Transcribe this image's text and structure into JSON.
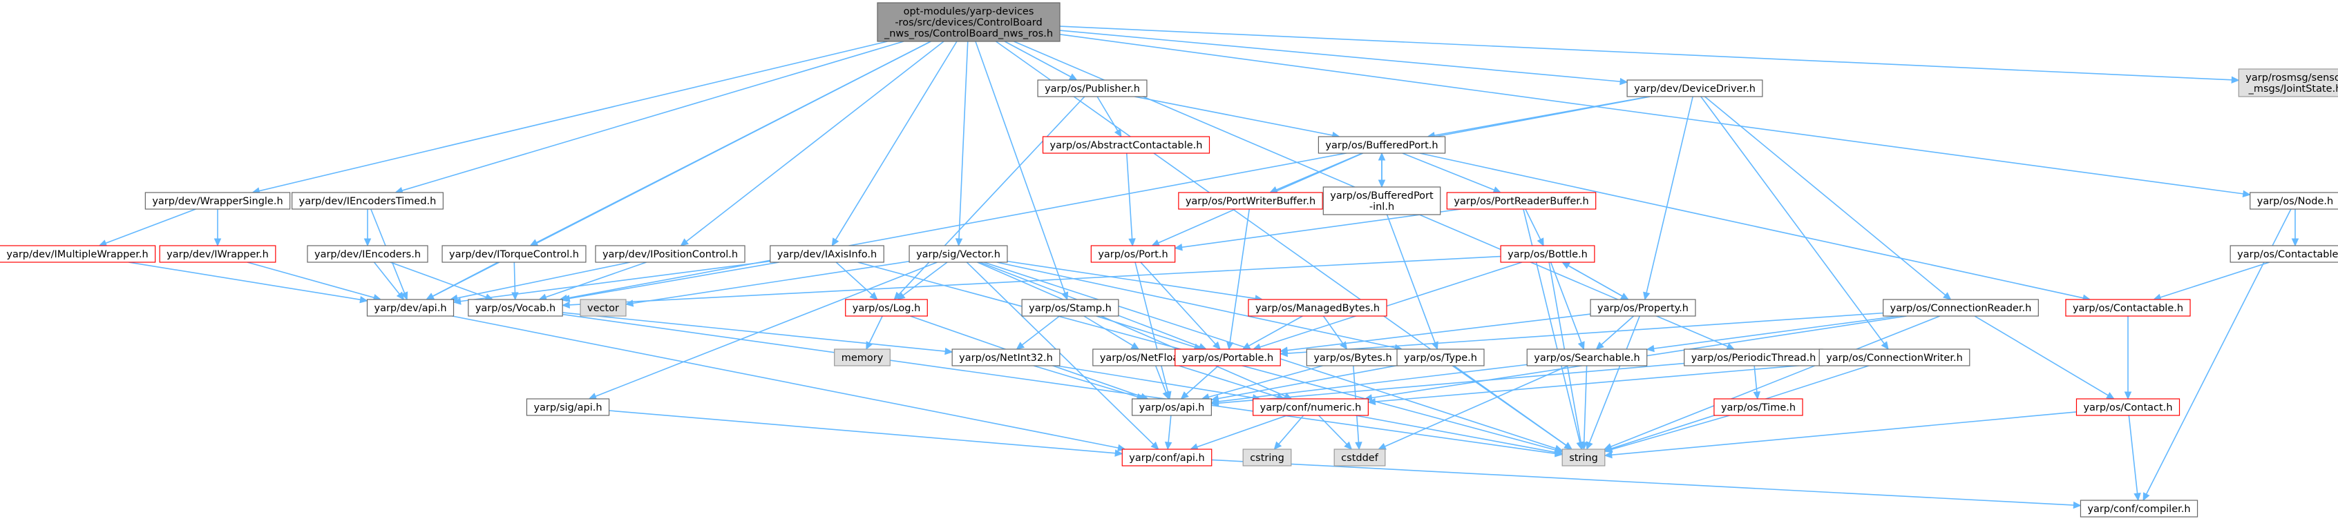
{
  "graph": {
    "colors": {
      "edge": "#63b8ff",
      "root_fill": "#999999",
      "normal_fill": "#ffffff",
      "normal_border": "#666666",
      "highlight_border": "#ff0000",
      "external_fill": "#e0e0e0",
      "external_border": "#999999"
    },
    "nodes": [
      {
        "id": "root",
        "lines": [
          "opt-modules/yarp-devices",
          "-ros/src/devices/ControlBoard",
          "_nws_ros/ControlBoard_nws_ros.h"
        ],
        "kind": "root"
      },
      {
        "id": "publisher",
        "lines": [
          "yarp/os/Publisher.h"
        ],
        "kind": "normal"
      },
      {
        "id": "devicedriver",
        "lines": [
          "yarp/dev/DeviceDriver.h"
        ],
        "kind": "normal"
      },
      {
        "id": "jointstate",
        "lines": [
          "yarp/rosmsg/sensor",
          "_msgs/JointState.h"
        ],
        "kind": "external"
      },
      {
        "id": "abstractcontactable",
        "lines": [
          "yarp/os/AbstractContactable.h"
        ],
        "kind": "highlight"
      },
      {
        "id": "bufferedport",
        "lines": [
          "yarp/os/BufferedPort.h"
        ],
        "kind": "normal"
      },
      {
        "id": "wrappersingle",
        "lines": [
          "yarp/dev/WrapperSingle.h"
        ],
        "kind": "normal"
      },
      {
        "id": "iencoderstimed",
        "lines": [
          "yarp/dev/IEncodersTimed.h"
        ],
        "kind": "normal"
      },
      {
        "id": "portwriterbuffer",
        "lines": [
          "yarp/os/PortWriterBuffer.h"
        ],
        "kind": "highlight"
      },
      {
        "id": "bufferedportinl",
        "lines": [
          "yarp/os/BufferedPort",
          "-inl.h"
        ],
        "kind": "normal"
      },
      {
        "id": "portreaderbuffer",
        "lines": [
          "yarp/os/PortReaderBuffer.h"
        ],
        "kind": "highlight"
      },
      {
        "id": "node",
        "lines": [
          "yarp/os/Node.h"
        ],
        "kind": "normal"
      },
      {
        "id": "imultiplewrapper",
        "lines": [
          "yarp/dev/IMultipleWrapper.h"
        ],
        "kind": "highlight"
      },
      {
        "id": "iwrapper",
        "lines": [
          "yarp/dev/IWrapper.h"
        ],
        "kind": "highlight"
      },
      {
        "id": "iencoders",
        "lines": [
          "yarp/dev/IEncoders.h"
        ],
        "kind": "normal"
      },
      {
        "id": "itorquecontrol",
        "lines": [
          "yarp/dev/ITorqueControl.h"
        ],
        "kind": "normal"
      },
      {
        "id": "ipositioncontrol",
        "lines": [
          "yarp/dev/IPositionControl.h"
        ],
        "kind": "normal"
      },
      {
        "id": "iaxisinfo",
        "lines": [
          "yarp/dev/IAxisInfo.h"
        ],
        "kind": "normal"
      },
      {
        "id": "vector",
        "lines": [
          "yarp/sig/Vector.h"
        ],
        "kind": "normal"
      },
      {
        "id": "port",
        "lines": [
          "yarp/os/Port.h"
        ],
        "kind": "highlight"
      },
      {
        "id": "bottle",
        "lines": [
          "yarp/os/Bottle.h"
        ],
        "kind": "highlight"
      },
      {
        "id": "contactables",
        "lines": [
          "yarp/os/Contactables.h"
        ],
        "kind": "normal"
      },
      {
        "id": "devapi",
        "lines": [
          "yarp/dev/api.h"
        ],
        "kind": "normal"
      },
      {
        "id": "vocab",
        "lines": [
          "yarp/os/Vocab.h"
        ],
        "kind": "normal"
      },
      {
        "id": "stdvector",
        "lines": [
          "vector"
        ],
        "kind": "external"
      },
      {
        "id": "log",
        "lines": [
          "yarp/os/Log.h"
        ],
        "kind": "highlight"
      },
      {
        "id": "stamp",
        "lines": [
          "yarp/os/Stamp.h"
        ],
        "kind": "normal"
      },
      {
        "id": "managedbytes",
        "lines": [
          "yarp/os/ManagedBytes.h"
        ],
        "kind": "highlight"
      },
      {
        "id": "property",
        "lines": [
          "yarp/os/Property.h"
        ],
        "kind": "normal"
      },
      {
        "id": "connectionreader",
        "lines": [
          "yarp/os/ConnectionReader.h"
        ],
        "kind": "normal"
      },
      {
        "id": "contactable",
        "lines": [
          "yarp/os/Contactable.h"
        ],
        "kind": "highlight"
      },
      {
        "id": "memory",
        "lines": [
          "memory"
        ],
        "kind": "external"
      },
      {
        "id": "netint32",
        "lines": [
          "yarp/os/NetInt32.h"
        ],
        "kind": "normal"
      },
      {
        "id": "netfloat64",
        "lines": [
          "yarp/os/NetFloat64.h"
        ],
        "kind": "normal"
      },
      {
        "id": "portable",
        "lines": [
          "yarp/os/Portable.h"
        ],
        "kind": "highlight"
      },
      {
        "id": "bytes",
        "lines": [
          "yarp/os/Bytes.h"
        ],
        "kind": "normal"
      },
      {
        "id": "type",
        "lines": [
          "yarp/os/Type.h"
        ],
        "kind": "normal"
      },
      {
        "id": "searchable",
        "lines": [
          "yarp/os/Searchable.h"
        ],
        "kind": "normal"
      },
      {
        "id": "periodicthread",
        "lines": [
          "yarp/os/PeriodicThread.h"
        ],
        "kind": "normal"
      },
      {
        "id": "connectionwriter",
        "lines": [
          "yarp/os/ConnectionWriter.h"
        ],
        "kind": "normal"
      },
      {
        "id": "sigapi",
        "lines": [
          "yarp/sig/api.h"
        ],
        "kind": "normal"
      },
      {
        "id": "osapi",
        "lines": [
          "yarp/os/api.h"
        ],
        "kind": "normal"
      },
      {
        "id": "numeric",
        "lines": [
          "yarp/conf/numeric.h"
        ],
        "kind": "highlight"
      },
      {
        "id": "time",
        "lines": [
          "yarp/os/Time.h"
        ],
        "kind": "highlight"
      },
      {
        "id": "contact",
        "lines": [
          "yarp/os/Contact.h"
        ],
        "kind": "highlight"
      },
      {
        "id": "cstring",
        "lines": [
          "cstring"
        ],
        "kind": "external"
      },
      {
        "id": "cstddef",
        "lines": [
          "cstddef"
        ],
        "kind": "external"
      },
      {
        "id": "string",
        "lines": [
          "string"
        ],
        "kind": "external"
      },
      {
        "id": "confapi",
        "lines": [
          "yarp/conf/api.h"
        ],
        "kind": "highlight"
      },
      {
        "id": "compiler",
        "lines": [
          "yarp/conf/compiler.h"
        ],
        "kind": "normal"
      }
    ],
    "edges": [
      [
        "root",
        "publisher"
      ],
      [
        "root",
        "devicedriver"
      ],
      [
        "root",
        "jointstate"
      ],
      [
        "root",
        "node"
      ],
      [
        "root",
        "wrappersingle"
      ],
      [
        "root",
        "iencoderstimed"
      ],
      [
        "root",
        "itorquecontrol"
      ],
      [
        "root",
        "ipositioncontrol"
      ],
      [
        "root",
        "iaxisinfo"
      ],
      [
        "root",
        "vector"
      ],
      [
        "root",
        "stamp"
      ],
      [
        "root",
        "devapi"
      ],
      [
        "root",
        "periodicthread"
      ],
      [
        "root",
        "string"
      ],
      [
        "publisher",
        "abstractcontactable"
      ],
      [
        "publisher",
        "bufferedport"
      ],
      [
        "publisher",
        "log"
      ],
      [
        "abstractcontactable",
        "port"
      ],
      [
        "devicedriver",
        "bufferedport"
      ],
      [
        "devicedriver",
        "connectionreader"
      ],
      [
        "devicedriver",
        "property"
      ],
      [
        "devicedriver",
        "vocab"
      ],
      [
        "devicedriver",
        "connectionwriter"
      ],
      [
        "bufferedport",
        "portwriterbuffer"
      ],
      [
        "bufferedport",
        "bufferedportinl"
      ],
      [
        "bufferedport",
        "portreaderbuffer"
      ],
      [
        "bufferedport",
        "port"
      ],
      [
        "bufferedport",
        "contactable"
      ],
      [
        "bufferedportinl",
        "bufferedport"
      ],
      [
        "bufferedportinl",
        "type"
      ],
      [
        "portwriterbuffer",
        "portable"
      ],
      [
        "portreaderbuffer",
        "port"
      ],
      [
        "portreaderbuffer",
        "bottle"
      ],
      [
        "portreaderbuffer",
        "string"
      ],
      [
        "port",
        "portable"
      ],
      [
        "port",
        "osapi"
      ],
      [
        "bottle",
        "property"
      ],
      [
        "bottle",
        "portable"
      ],
      [
        "bottle",
        "searchable"
      ],
      [
        "bottle",
        "string"
      ],
      [
        "bottle",
        "vocab"
      ],
      [
        "property",
        "bottle"
      ],
      [
        "property",
        "searchable"
      ],
      [
        "property",
        "portable"
      ],
      [
        "property",
        "string"
      ],
      [
        "node",
        "contactables"
      ],
      [
        "node",
        "compiler"
      ],
      [
        "contactables",
        "contactable"
      ],
      [
        "contactable",
        "contact"
      ],
      [
        "wrappersingle",
        "imultiplewrapper"
      ],
      [
        "wrappersingle",
        "iwrapper"
      ],
      [
        "imultiplewrapper",
        "devapi"
      ],
      [
        "iwrapper",
        "devapi"
      ],
      [
        "iencoderstimed",
        "iencoders"
      ],
      [
        "iencoderstimed",
        "devapi"
      ],
      [
        "iencoders",
        "devapi"
      ],
      [
        "iencoders",
        "vocab"
      ],
      [
        "itorquecontrol",
        "devapi"
      ],
      [
        "itorquecontrol",
        "vocab"
      ],
      [
        "ipositioncontrol",
        "devapi"
      ],
      [
        "ipositioncontrol",
        "vocab"
      ],
      [
        "iaxisinfo",
        "devapi"
      ],
      [
        "iaxisinfo",
        "vocab"
      ],
      [
        "iaxisinfo",
        "log"
      ],
      [
        "iaxisinfo",
        "string"
      ],
      [
        "vector",
        "stdvector"
      ],
      [
        "vector",
        "log"
      ],
      [
        "vector",
        "managedbytes"
      ],
      [
        "vector",
        "type"
      ],
      [
        "vector",
        "sigapi"
      ],
      [
        "vector",
        "confapi"
      ],
      [
        "vector",
        "portable"
      ],
      [
        "vector",
        "string"
      ],
      [
        "vector",
        "numeric"
      ],
      [
        "devapi",
        "confapi"
      ],
      [
        "vocab",
        "netint32"
      ],
      [
        "vocab",
        "string"
      ],
      [
        "log",
        "memory"
      ],
      [
        "log",
        "osapi"
      ],
      [
        "stamp",
        "netint32"
      ],
      [
        "stamp",
        "netfloat64"
      ],
      [
        "stamp",
        "portable"
      ],
      [
        "managedbytes",
        "bytes"
      ],
      [
        "managedbytes",
        "portable"
      ],
      [
        "connectionreader",
        "searchable"
      ],
      [
        "connectionreader",
        "contact"
      ],
      [
        "connectionreader",
        "portable"
      ],
      [
        "connectionreader",
        "numeric"
      ],
      [
        "connectionreader",
        "string"
      ],
      [
        "connectionwriter",
        "numeric"
      ],
      [
        "connectionwriter",
        "string"
      ],
      [
        "netint32",
        "osapi"
      ],
      [
        "netint32",
        "numeric"
      ],
      [
        "netfloat64",
        "osapi"
      ],
      [
        "netfloat64",
        "numeric"
      ],
      [
        "portable",
        "osapi"
      ],
      [
        "bytes",
        "osapi"
      ],
      [
        "bytes",
        "cstddef"
      ],
      [
        "type",
        "osapi"
      ],
      [
        "type",
        "string"
      ],
      [
        "searchable",
        "osapi"
      ],
      [
        "searchable",
        "string"
      ],
      [
        "searchable",
        "cstddef"
      ],
      [
        "periodicthread",
        "osapi"
      ],
      [
        "periodicthread",
        "time"
      ],
      [
        "time",
        "string"
      ],
      [
        "contact",
        "compiler"
      ],
      [
        "contact",
        "string"
      ],
      [
        "sigapi",
        "confapi"
      ],
      [
        "osapi",
        "confapi"
      ],
      [
        "numeric",
        "cstring"
      ],
      [
        "numeric",
        "cstddef"
      ],
      [
        "numeric",
        "confapi"
      ],
      [
        "numeric",
        "string"
      ],
      [
        "confapi",
        "compiler"
      ]
    ]
  }
}
